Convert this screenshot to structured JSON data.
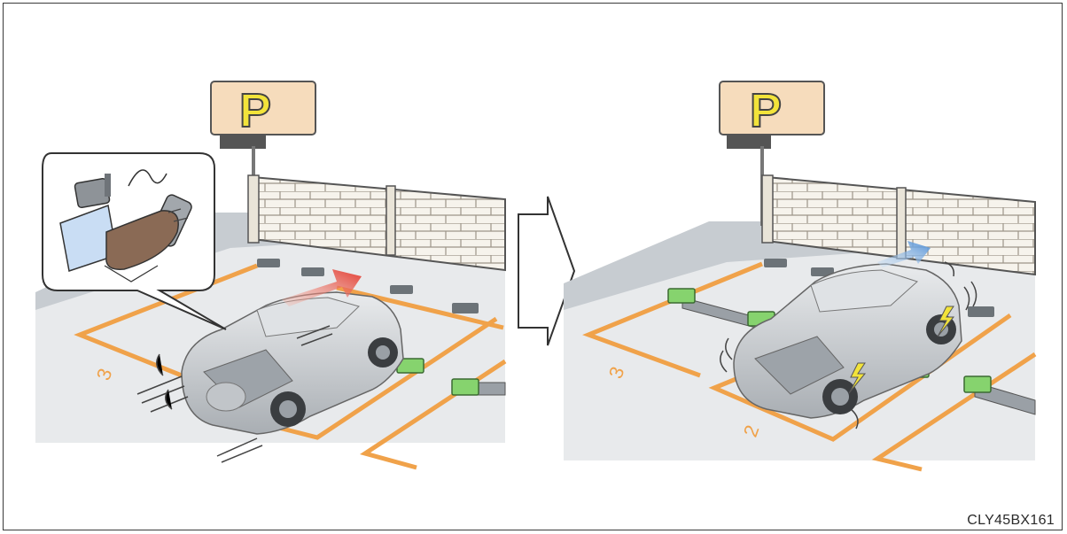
{
  "figure_code": "CLY45BX161",
  "left_panel": {
    "sign_letter": "P",
    "space_number": "3"
  },
  "right_panel": {
    "sign_letter": "P",
    "space_numbers": [
      "3",
      "2"
    ]
  },
  "colors": {
    "parking_line": "#f0a24a",
    "ground": "#e6e8ea",
    "road": "#c9cdd2",
    "sign_bg": "#f6dcbc",
    "sign_letter": "#f2e33a",
    "sensor_green": "#86d36e",
    "car_body": "#c8ccd0",
    "arrow_red": "#e8453c",
    "arrow_blue": "#6aa7e0"
  },
  "icons": [
    "parking-sign-icon",
    "accelerator-pedal-icon",
    "brake-pedal-icon",
    "transition-arrow-icon",
    "forward-motion-arrow-icon",
    "impact-lightning-icon"
  ]
}
